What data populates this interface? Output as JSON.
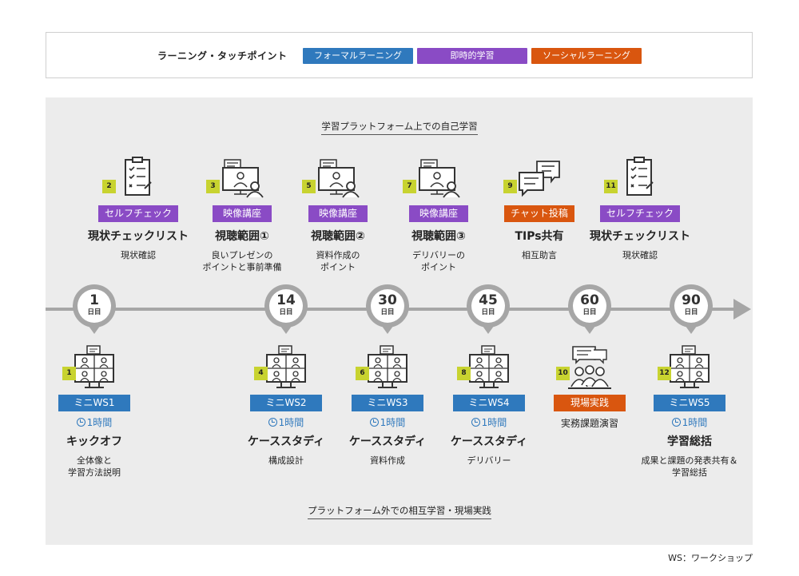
{
  "legend": {
    "title": "ラーニング・タッチポイント",
    "items": [
      {
        "label": "フォーマルラーニング",
        "color": "#2f79bd"
      },
      {
        "label": "即時的学習",
        "color": "#8a4bc5"
      },
      {
        "label": "ソーシャルラーニング",
        "color": "#d9560f"
      }
    ]
  },
  "top_section": {
    "caption": "学習プラットフォーム上での自己学習"
  },
  "bottom_section": {
    "caption": "プラットフォーム外での相互学習・現場実践"
  },
  "top_cards": [
    {
      "num": "2",
      "tag": "セルフチェック",
      "title": "現状チェックリスト",
      "sub1": "現状確認",
      "sub2": "",
      "icon": "checklist-icon"
    },
    {
      "num": "3",
      "tag": "映像講座",
      "title": "視聴範囲①",
      "sub1": "良いプレゼンの",
      "sub2": "ポイントと事前準備",
      "icon": "video-lecture-icon"
    },
    {
      "num": "5",
      "tag": "映像講座",
      "title": "視聴範囲②",
      "sub1": "資料作成の",
      "sub2": "ポイント",
      "icon": "video-lecture-icon"
    },
    {
      "num": "7",
      "tag": "映像講座",
      "title": "視聴範囲③",
      "sub1": "デリバリーの",
      "sub2": "ポイント",
      "icon": "video-lecture-icon"
    },
    {
      "num": "9",
      "tag": "チャット投稿",
      "title": "TIPs共有",
      "sub1": "相互助言",
      "sub2": "",
      "icon": "chat-bubbles-icon"
    },
    {
      "num": "11",
      "tag": "セルフチェック",
      "title": "現状チェックリスト",
      "sub1": "現状確認",
      "sub2": "",
      "icon": "checklist-icon"
    }
  ],
  "timeline": [
    {
      "day": "1",
      "unit": "日目"
    },
    {
      "day": "14",
      "unit": "日目"
    },
    {
      "day": "30",
      "unit": "日目"
    },
    {
      "day": "45",
      "unit": "日目"
    },
    {
      "day": "60",
      "unit": "日目"
    },
    {
      "day": "90",
      "unit": "日目"
    }
  ],
  "bottom_cards": [
    {
      "num": "1",
      "tag": "ミニWS1",
      "duration": "1時間",
      "title": "キックオフ",
      "sub1": "全体像と",
      "sub2": "学習方法説明",
      "icon": "online-meeting-icon"
    },
    {
      "num": "4",
      "tag": "ミニWS2",
      "duration": "1時間",
      "title": "ケーススタディ",
      "sub1": "構成設計",
      "sub2": "",
      "icon": "online-meeting-icon"
    },
    {
      "num": "6",
      "tag": "ミニWS3",
      "duration": "1時間",
      "title": "ケーススタディ",
      "sub1": "資料作成",
      "sub2": "",
      "icon": "online-meeting-icon"
    },
    {
      "num": "8",
      "tag": "ミニWS4",
      "duration": "1時間",
      "title": "ケーススタディ",
      "sub1": "デリバリー",
      "sub2": "",
      "icon": "online-meeting-icon"
    },
    {
      "num": "10",
      "tag": "現場実践",
      "duration": "",
      "title": "",
      "sub1": "実務課題演習",
      "sub2": "",
      "icon": "team-discussion-icon"
    },
    {
      "num": "12",
      "tag": "ミニWS5",
      "duration": "1時間",
      "title": "学習総括",
      "sub1": "成果と課題の発表共有＆",
      "sub2": "学習総括",
      "icon": "online-meeting-icon"
    }
  ],
  "footnote": "WS：ワークショップ"
}
